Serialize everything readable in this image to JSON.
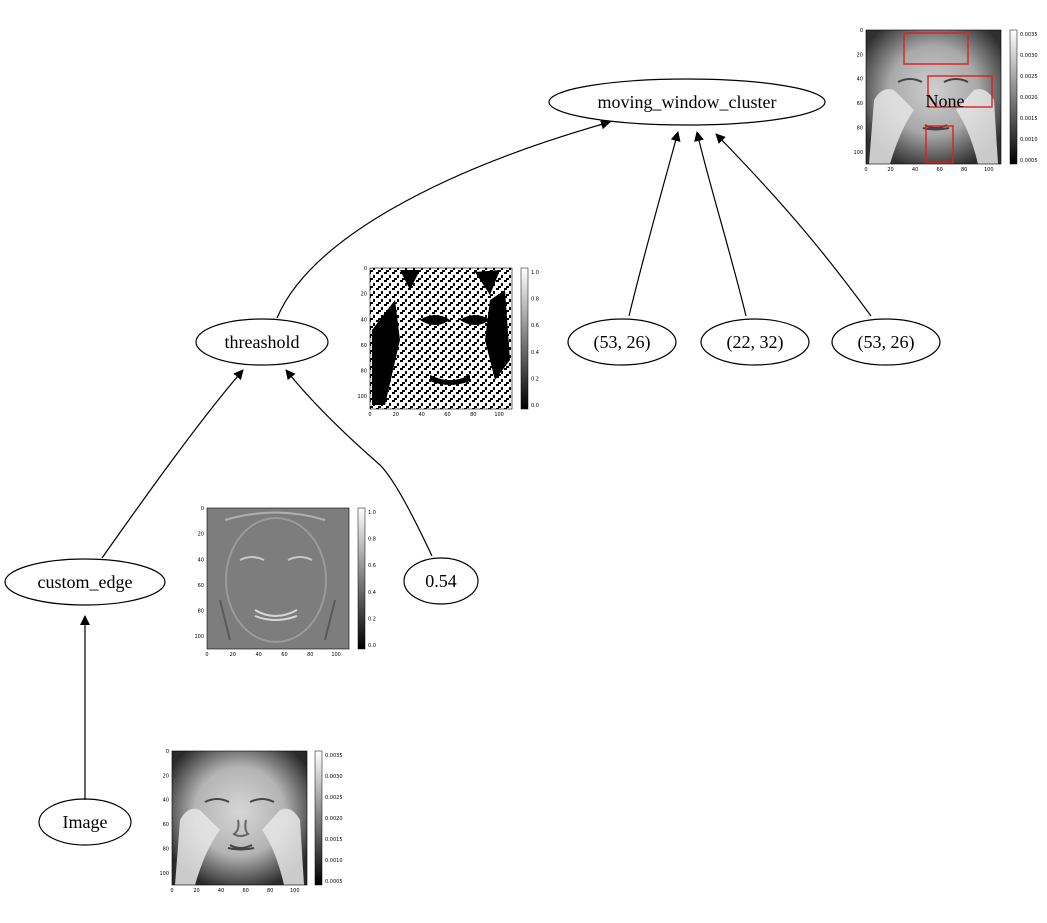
{
  "graph": {
    "nodes": {
      "image": "Image",
      "custom_edge": "custom_edge",
      "threshold": "threashold",
      "threshold_value": "0.54",
      "cluster": "moving_window_cluster",
      "param_1": "(53, 26)",
      "param_2": "(22, 32)",
      "param_3": "(53, 26)",
      "cluster_output": "None"
    },
    "edges": [
      [
        "Image",
        "custom_edge"
      ],
      [
        "custom_edge",
        "threashold"
      ],
      [
        "0.54",
        "threashold"
      ],
      [
        "threashold",
        "moving_window_cluster"
      ],
      [
        "(53, 26)",
        "moving_window_cluster"
      ],
      [
        "(22, 32)",
        "moving_window_cluster"
      ],
      [
        "(53, 26)",
        "moving_window_cluster"
      ]
    ]
  },
  "plots": {
    "image_plot": {
      "xticks": [
        "0",
        "20",
        "40",
        "60",
        "80",
        "100"
      ],
      "yticks": [
        "0",
        "20",
        "40",
        "60",
        "80",
        "100"
      ],
      "colorbar": [
        "0.0035",
        "0.0030",
        "0.0025",
        "0.0020",
        "0.0015",
        "0.0010",
        "0.0005"
      ]
    },
    "edge_plot": {
      "xticks": [
        "0",
        "20",
        "40",
        "60",
        "80",
        "100"
      ],
      "yticks": [
        "0",
        "20",
        "40",
        "60",
        "80",
        "100"
      ],
      "colorbar": [
        "1.0",
        "0.8",
        "0.6",
        "0.4",
        "0.2",
        "0.0"
      ]
    },
    "threshold_plot": {
      "xticks": [
        "0",
        "20",
        "40",
        "60",
        "80",
        "100"
      ],
      "yticks": [
        "0",
        "20",
        "40",
        "60",
        "80",
        "100"
      ],
      "colorbar": [
        "1.0",
        "0.8",
        "0.6",
        "0.4",
        "0.2",
        "0.0"
      ]
    },
    "cluster_plot": {
      "xticks": [
        "0",
        "20",
        "40",
        "60",
        "80",
        "100"
      ],
      "yticks": [
        "0",
        "20",
        "40",
        "60",
        "80",
        "100"
      ],
      "colorbar": [
        "0.0035",
        "0.0030",
        "0.0025",
        "0.0020",
        "0.0015",
        "0.0010",
        "0.0005"
      ],
      "box_color": "#e02020"
    }
  }
}
